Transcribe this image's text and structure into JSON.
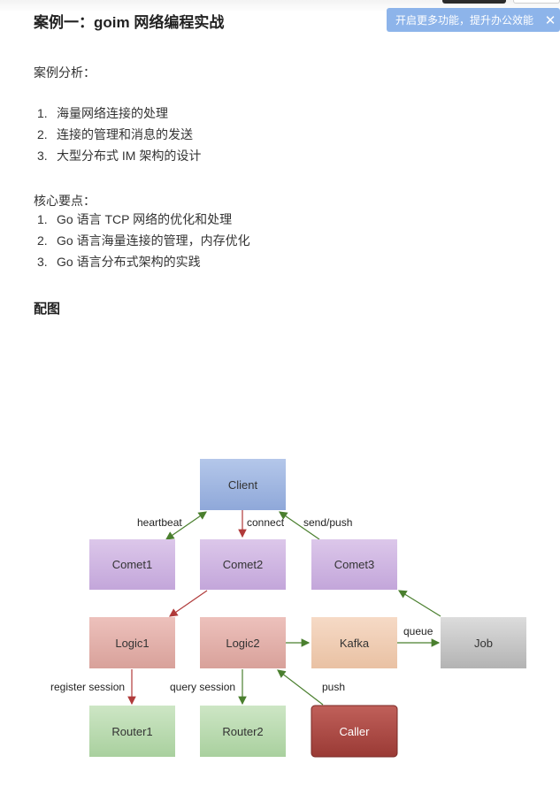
{
  "article": {
    "title": "案例一：goim 网络编程实战",
    "analysis_heading": "案例分析：",
    "analysis_items": [
      "海量网络连接的处理",
      "连接的管理和消息的发送",
      "大型分布式 IM 架构的设计"
    ],
    "key_points_heading": "核心要点：",
    "key_points": [
      "Go 语言 TCP 网络的优化和处理",
      "Go 语言海量连接的管理，内存优化",
      "Go 语言分布式架构的实践"
    ],
    "figure_heading": "配图"
  },
  "banner": {
    "text": "开启更多功能，提升办公效能",
    "close_icon": "✕"
  },
  "diagram": {
    "nodes": {
      "client": "Client",
      "comet1": "Comet1",
      "comet2": "Comet2",
      "comet3": "Comet3",
      "logic1": "Logic1",
      "logic2": "Logic2",
      "kafka": "Kafka",
      "job": "Job",
      "router1": "Router1",
      "router2": "Router2",
      "caller": "Caller"
    },
    "edges": {
      "heartbeat": "heartbeat",
      "connect": "connect",
      "send_push": "send/push",
      "queue": "queue",
      "register_session": "register session",
      "query_session": "query session",
      "push": "push"
    }
  }
}
